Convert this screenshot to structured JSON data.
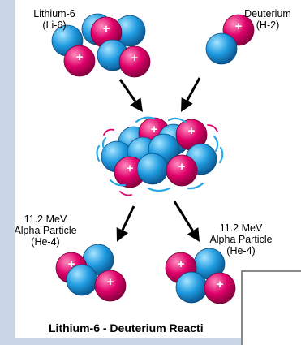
{
  "labels": {
    "li6": [
      "Lithium-6",
      "(Li-6)"
    ],
    "deuterium": [
      "Deuterium",
      "(H-2)"
    ],
    "alpha_left": [
      "11.2 MeV",
      "Alpha Particle",
      "(He-4)"
    ],
    "alpha_right": [
      "11.2 MeV",
      "Alpha Particle",
      "(He-4)"
    ]
  },
  "caption": "Lithium-6 - Deuterium Reacti",
  "colors": {
    "proton": "#e0006a",
    "neutron": "#1f9be0",
    "arrow": "#000000",
    "side_panel": "#c9d6e6"
  },
  "legend": {
    "proton_symbol": "+"
  }
}
